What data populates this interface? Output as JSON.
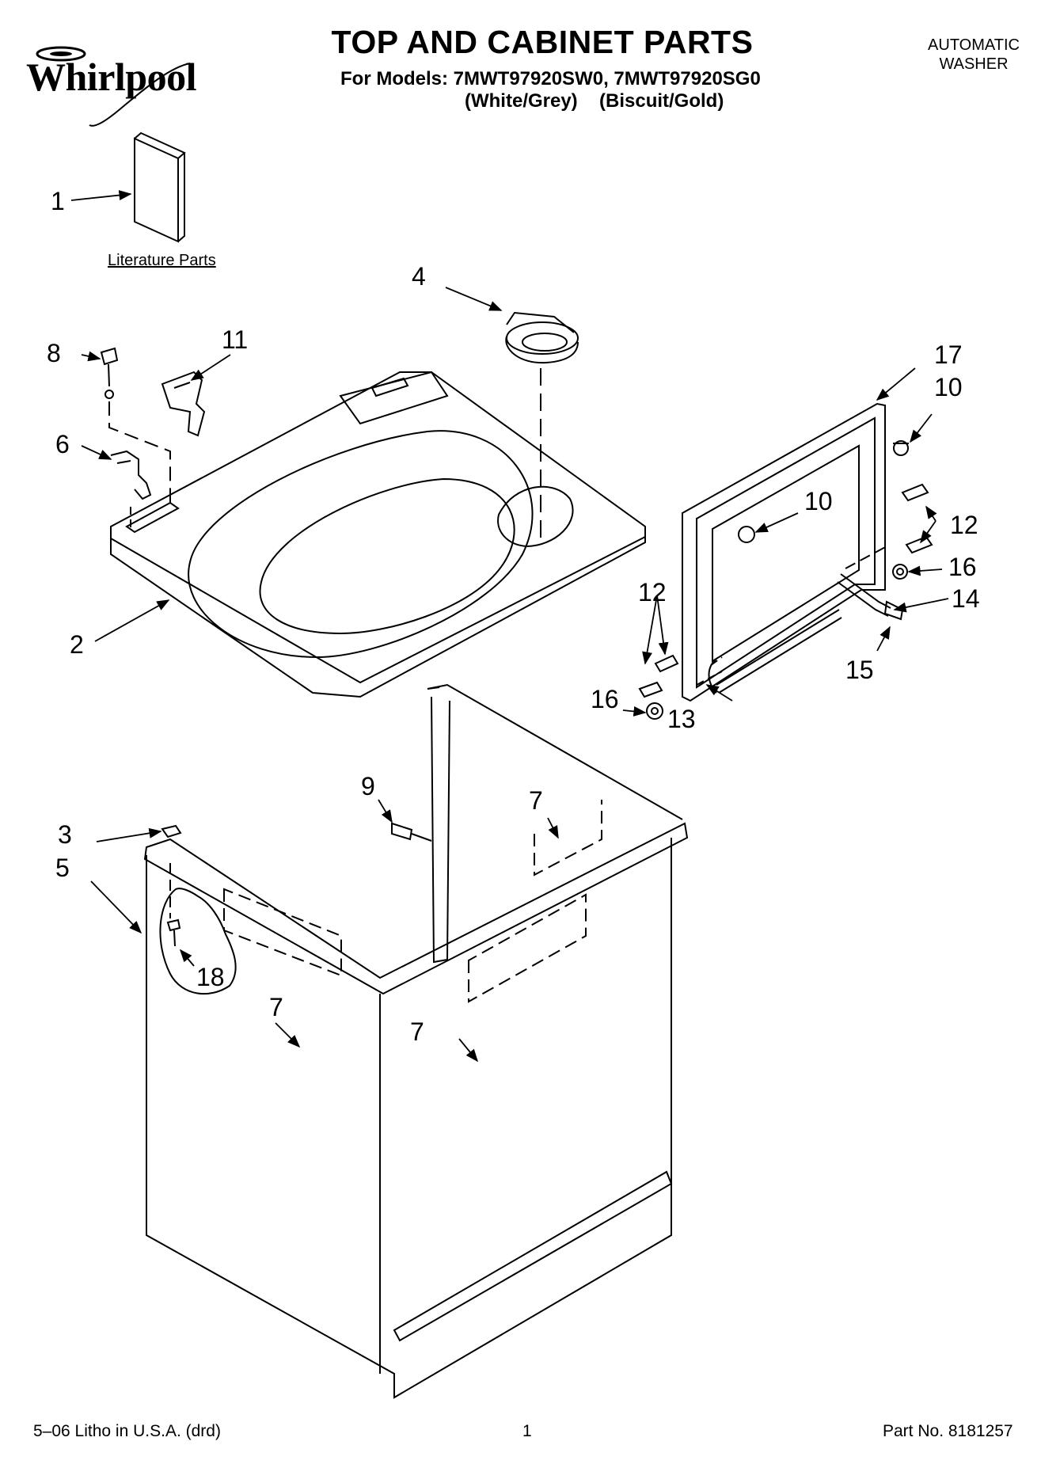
{
  "header": {
    "brand": "Whirlpool",
    "title": "TOP AND CABINET PARTS",
    "models_line": "For Models: 7MWT97920SW0, 7MWT97920SG0",
    "color_1": "(White/Grey)",
    "color_2": "(Biscuit/Gold)",
    "product_line1": "AUTOMATIC",
    "product_line2": "WASHER"
  },
  "literature_label": "Literature Parts",
  "callouts": {
    "c1": "1",
    "c2": "2",
    "c3": "3",
    "c4": "4",
    "c5": "5",
    "c6": "6",
    "c7a": "7",
    "c7b": "7",
    "c7c": "7",
    "c8": "8",
    "c9": "9",
    "c10a": "10",
    "c10b": "10",
    "c11": "11",
    "c12a": "12",
    "c12b": "12",
    "c13": "13",
    "c14": "14",
    "c15": "15",
    "c16a": "16",
    "c16b": "16",
    "c17": "17",
    "c18": "18"
  },
  "footer": {
    "litho": "5–06 Litho in U.S.A. (drd)",
    "page": "1",
    "part_no": "Part No. 8181257"
  }
}
